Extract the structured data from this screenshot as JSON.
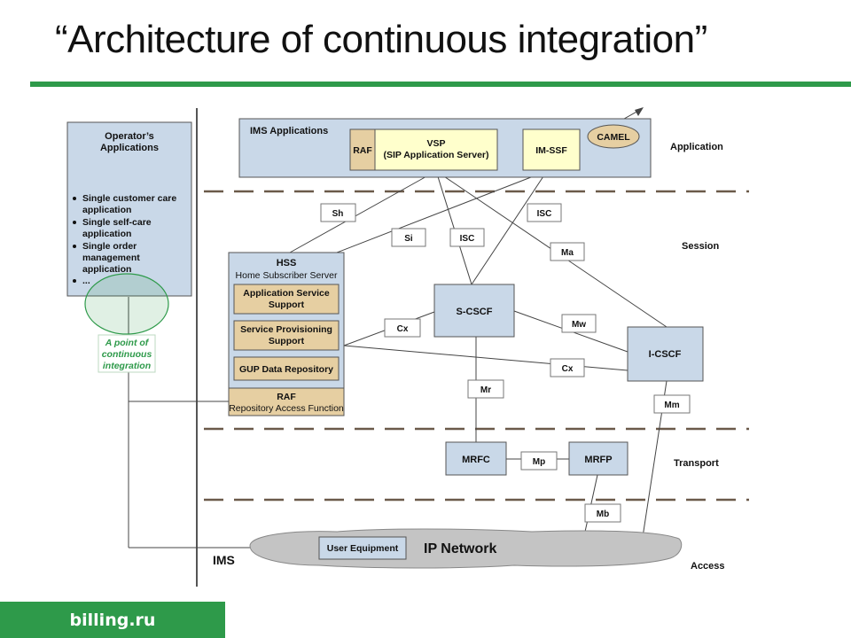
{
  "title": "“Architecture of continuous integration”",
  "brand": "billing.ru",
  "colors": {
    "accent_green": "#2e9a4a",
    "box_blue": "#c9d8e8",
    "box_tan": "#e6cfa2",
    "box_yellow": "#ffffcc",
    "cloud_gray": "#c4c4c4"
  },
  "layers": {
    "application": "Application",
    "session": "Session",
    "transport": "Transport",
    "access": "Access"
  },
  "operator": {
    "title_line1": "Operator’s",
    "title_line2": "Applications",
    "items": [
      [
        "Single customer care",
        "application"
      ],
      [
        "Single self-care",
        "application"
      ],
      [
        "Single order",
        "management",
        "application"
      ],
      [
        "..."
      ]
    ]
  },
  "integration_point": [
    "A point of",
    "continuous",
    "integration"
  ],
  "ims_apps": {
    "title": "IMS Applications",
    "raf": "RAF",
    "vsp_line1": "VSP",
    "vsp_line2": "(SIP Application Server)",
    "imssf": "IM-SSF",
    "camel": "CAMEL"
  },
  "hss": {
    "title": "HSS",
    "subtitle": "Home Subscriber Server",
    "app_service": [
      "Application Service",
      "Support"
    ],
    "service_prov": [
      "Service Provisioning",
      "Support"
    ],
    "gup": "GUP Data Repository",
    "raf_title": "RAF",
    "raf_subtitle": "Repository Access Function"
  },
  "nodes": {
    "scscf": "S-CSCF",
    "icscf": "I-CSCF",
    "mrfc": "MRFC",
    "mrfp": "MRFP",
    "user_equipment": "User Equipment",
    "ip_network": "IP Network",
    "ims": "IMS"
  },
  "interfaces": {
    "sh": "Sh",
    "isc_top": "ISC",
    "si": "Si",
    "isc_mid": "ISC",
    "ma": "Ma",
    "mw": "Mw",
    "cx_left": "Cx",
    "cx_right": "Cx",
    "mr": "Mr",
    "mm": "Mm",
    "mp": "Mp",
    "mb": "Mb"
  }
}
